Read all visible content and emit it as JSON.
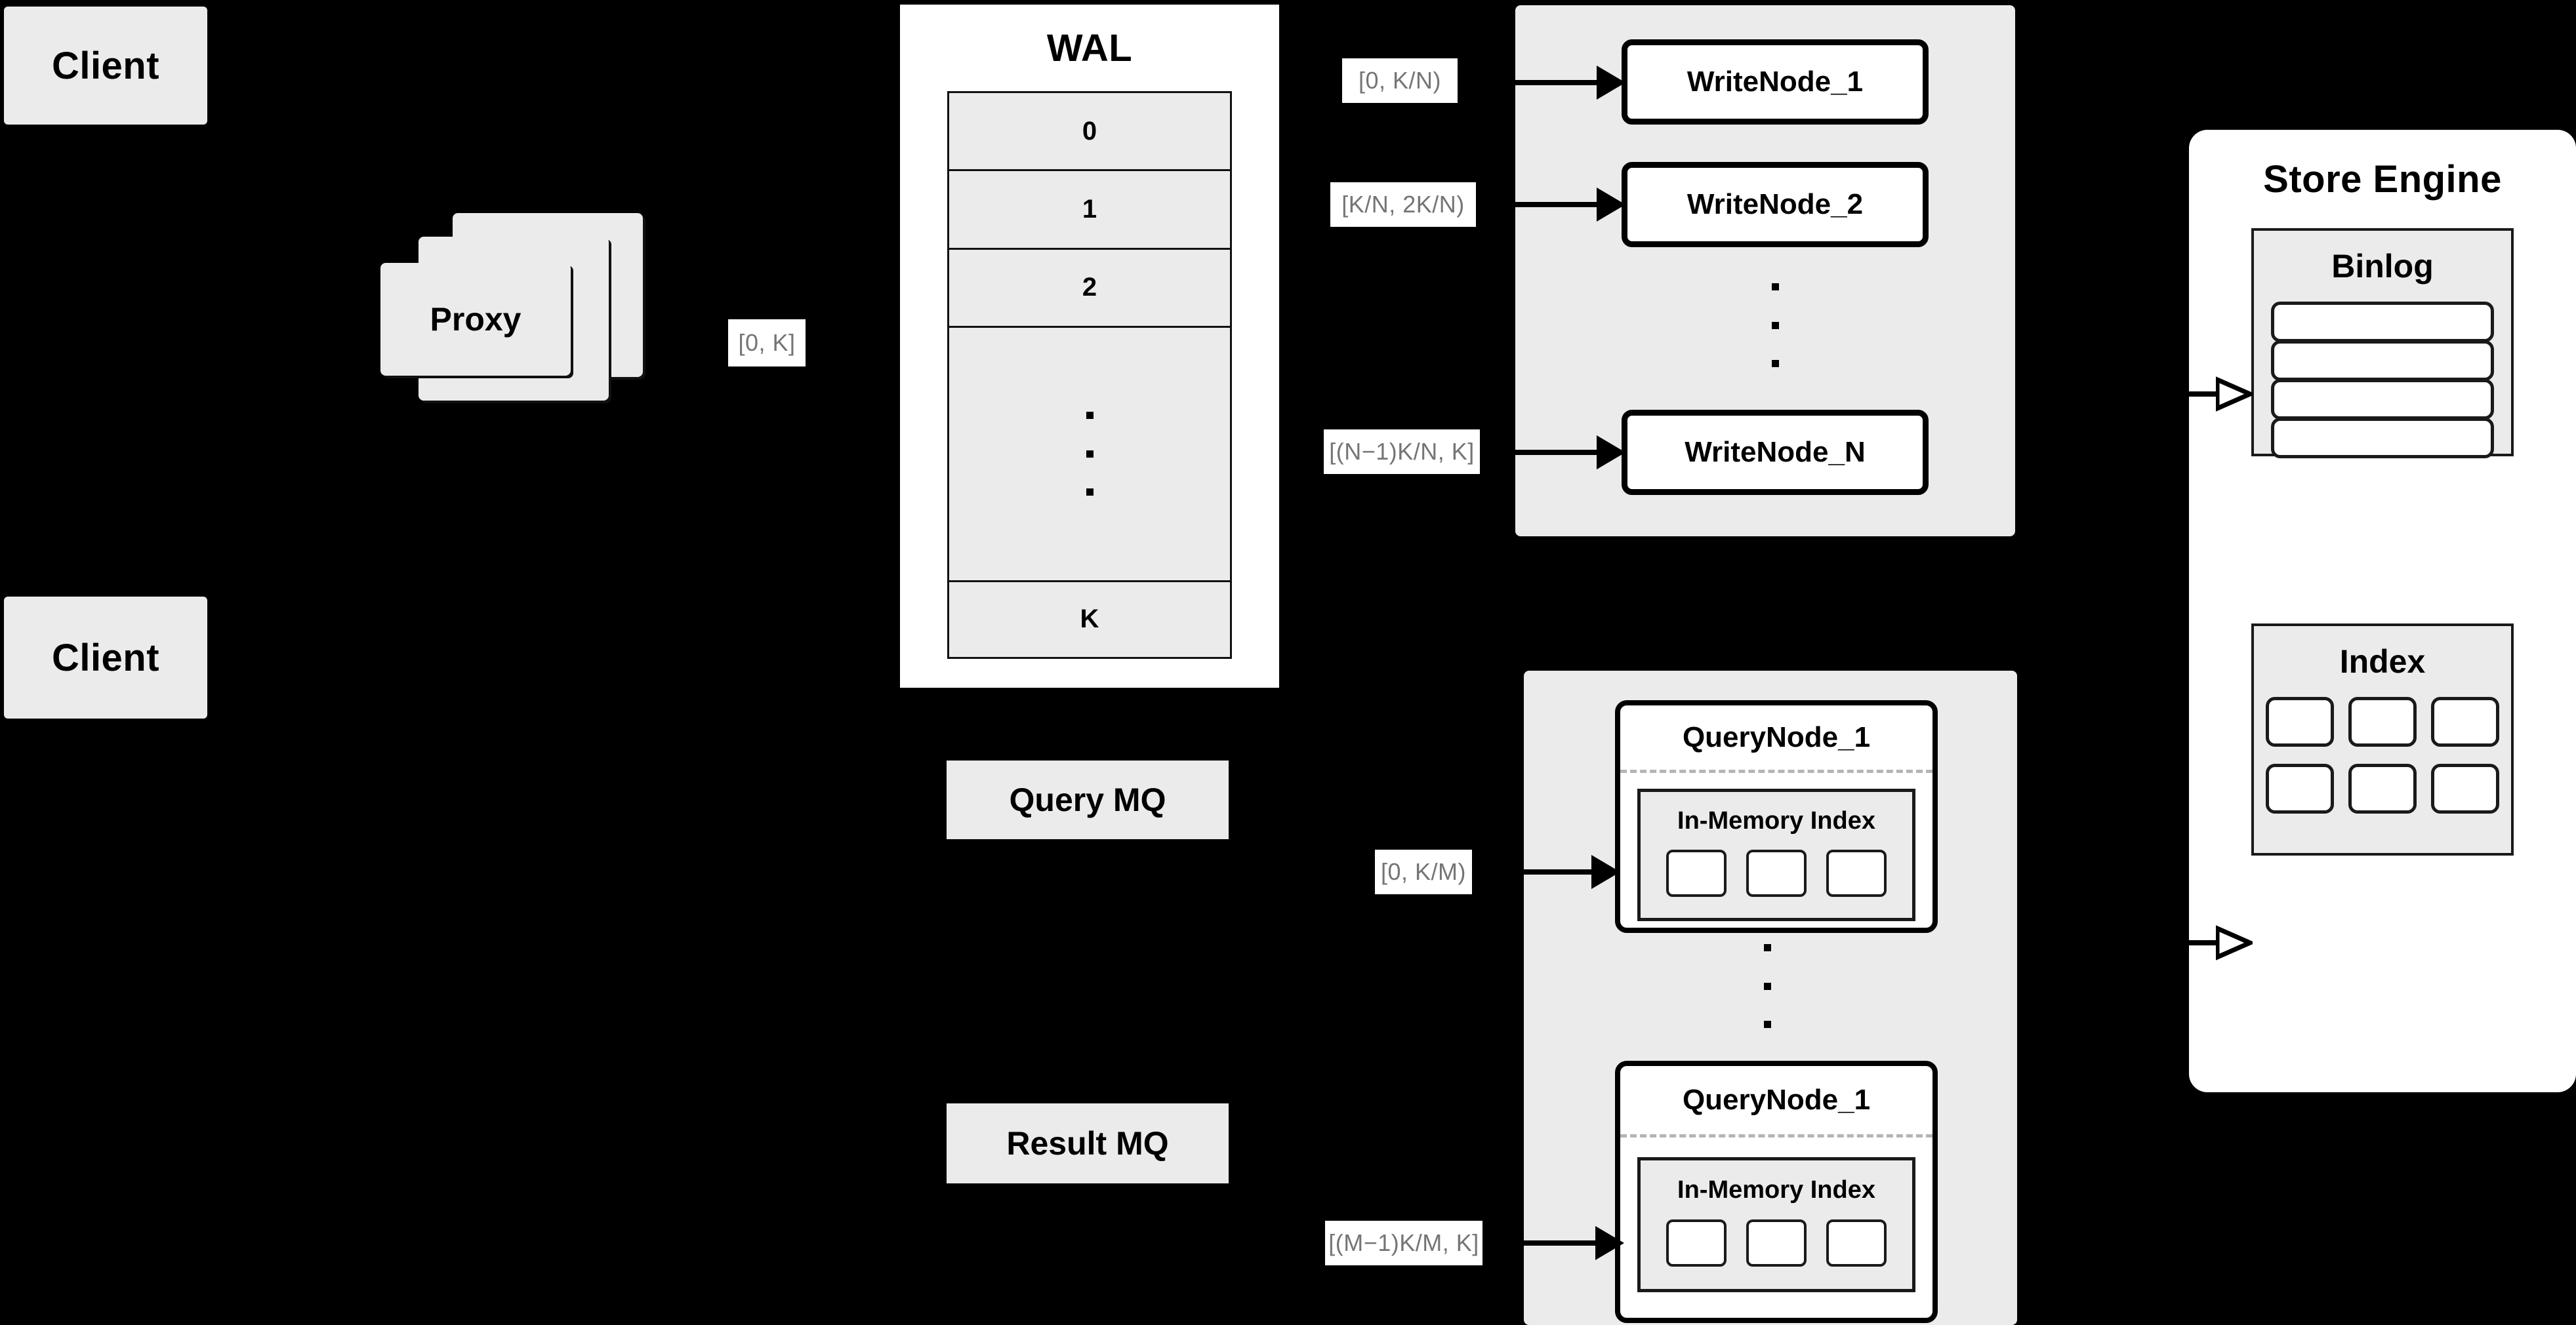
{
  "diagram": {
    "background_color": "#000000",
    "surface_color": "#ebebeb",
    "panel_color": "#ffffff",
    "label_text_color": "#757575"
  },
  "clients": [
    {
      "label": "Client"
    },
    {
      "label": "Client"
    }
  ],
  "proxy": {
    "label": "Proxy",
    "stack_count": 3
  },
  "write_range_from_proxy": "[0, K]",
  "wal": {
    "title": "WAL",
    "entries": [
      "0",
      "1",
      "2",
      "⋮",
      "K"
    ],
    "ellipsis_index": 3,
    "ellipsis_dots": 3
  },
  "write_group": {
    "nodes": [
      {
        "name": "WriteNode_1",
        "range": "[0,  K/N)"
      },
      {
        "name": "WriteNode_2",
        "range": "[K/N, 2K/N)"
      },
      {
        "name": "WriteNode_N",
        "range": "[(N−1)K/N,  K]"
      }
    ],
    "ellipsis_dots": 3
  },
  "query_mq": {
    "label": "Query MQ"
  },
  "result_mq": {
    "label": "Result MQ"
  },
  "query_group": {
    "nodes": [
      {
        "name": "QueryNode_1",
        "range": "[0, K/M)",
        "index_title": "In-Memory Index",
        "index_slots": 3
      },
      {
        "name": "QueryNode_1",
        "range": "[(M−1)K/M, K]",
        "index_title": "In-Memory Index",
        "index_slots": 3
      }
    ],
    "ellipsis_dots": 3
  },
  "store_engine": {
    "title": "Store Engine",
    "binlog": {
      "title": "Binlog",
      "rows": 4
    },
    "index": {
      "title": "Index",
      "rows": 2,
      "cols": 3
    }
  }
}
